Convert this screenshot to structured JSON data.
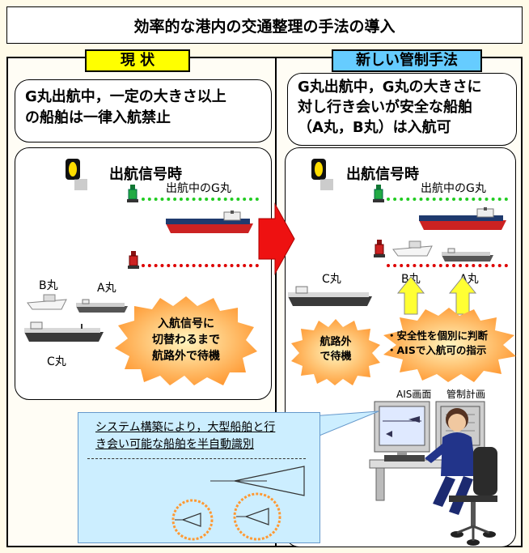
{
  "title": "効率的な港内の交通整理の手法の導入",
  "current": {
    "header": "現 状",
    "condition_line1": "G丸出航中，一定の大きさ以上",
    "condition_line2": "の船舶は一律入航禁止",
    "signal_label": "出航信号時",
    "departing_label": "出航中のG丸",
    "ship_b": "B丸",
    "ship_a": "A丸",
    "ship_c": "C丸",
    "burst_line1": "入航信号に",
    "burst_line2": "切替わるまで",
    "burst_line3": "航路外で待機"
  },
  "new": {
    "header": "新しい管制手法",
    "condition_line1": "G丸出航中，G丸の大きさに",
    "condition_line2": "対し行き会いが安全な船舶",
    "condition_line3": "（A丸，B丸）は入航可",
    "signal_label": "出航信号時",
    "departing_label": "出航中のG丸",
    "ship_c": "C丸",
    "ship_b": "B丸",
    "ship_a": "A丸",
    "wait_line1": "航路外",
    "wait_line2": "で待機",
    "judge_line1": "・安全性を個別に判断",
    "judge_line2": "・AISで入航可の指示",
    "ais_label": "AIS画面",
    "plan_label": "管制計画"
  },
  "info": {
    "line1": "システム構築により，大型船舶と行",
    "line2": "き会い可能な船舶を半自動識別"
  },
  "colors": {
    "green_dots": "#22cc22",
    "red_dots": "#dd0000",
    "arrow_red": "#ee1111",
    "arrow_yellow": "#ffff33",
    "burst_orange": "#ff9933",
    "header_yellow": "#ffff00",
    "header_blue": "#66ccff"
  }
}
